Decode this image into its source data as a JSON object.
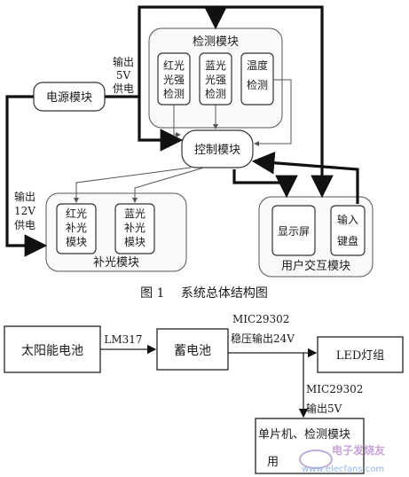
{
  "fig1": {
    "detect_module": "检测模块",
    "red_sensor": [
      "红光",
      "光强",
      "检测"
    ],
    "blue_sensor": [
      "蓝光",
      "光强",
      "检测"
    ],
    "temp_sensor": [
      "温度",
      "检测"
    ],
    "power_module": "电源模块",
    "power_out_5v": [
      "输出",
      "5V",
      "供电"
    ],
    "power_out_12v": [
      "输出",
      "12V",
      "供电"
    ],
    "control_module": "控制模块",
    "red_fill": [
      "红光",
      "补光",
      "模块"
    ],
    "blue_fill": [
      "蓝光",
      "补光",
      "模块"
    ],
    "fill_module": "补光模块",
    "display": "显示屏",
    "keyboard": [
      "输入",
      "键盘"
    ],
    "user_module": "用户交互模块",
    "caption": "图 1　 系统总体结构图"
  },
  "fig2": {
    "solar": "太阳能电池",
    "lm317": "LM317",
    "battery": "蓄电池",
    "mic_24v": [
      "MIC29302",
      "稳压输出24V"
    ],
    "led": "LED灯组",
    "mic_5v": [
      "MIC29302",
      "输出5V"
    ],
    "mcu": "单片机、检测模块",
    "mcu_cut": "用"
  },
  "watermark": "电子发烧友 www.elecfans.com"
}
